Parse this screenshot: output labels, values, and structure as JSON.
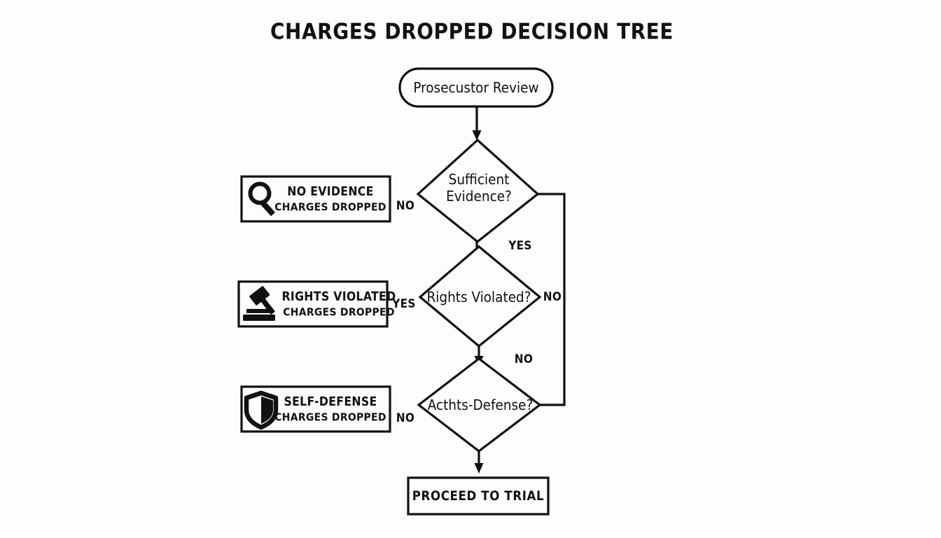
{
  "page": {
    "title": "CHARGES DROPPED DECISION TREE",
    "background_color": "#fdfdfd",
    "line_color": "#111111"
  },
  "diagram": {
    "type": "flowchart",
    "start_node": {
      "id": "prosecutor-review",
      "shape": "rounded-rectangle",
      "label": "Prosecustor Review"
    },
    "decisions": [
      {
        "id": "sufficient-evidence",
        "shape": "diamond",
        "label_line1": "Sufficient",
        "label_line2": "Evidence?",
        "left_edge_label": "NO",
        "down_edge_label": "YES"
      },
      {
        "id": "rights-violated",
        "shape": "diamond",
        "label_line1": "Rights Violated?",
        "label_line2": "",
        "left_edge_label": "YES",
        "right_edge_label": "NO",
        "down_edge_label": "NO"
      },
      {
        "id": "self-defense",
        "shape": "diamond",
        "label_line1": "Acthts-Defense?",
        "label_line2": "",
        "left_edge_label": "NO"
      }
    ],
    "outcome_boxes": [
      {
        "id": "no-evidence-outcome",
        "icon": "magnifier-icon",
        "title": "NO EVIDENCE",
        "subtitle": "CHARGES DROPPED"
      },
      {
        "id": "rights-violated-outcome",
        "icon": "gavel-icon",
        "title": "RIGHTS VIOLATED",
        "subtitle": "CHARGES DROPPED"
      },
      {
        "id": "self-defense-outcome",
        "icon": "shield-icon",
        "title": "SELF-DEFENSE",
        "subtitle": "CHARGES DROPPED"
      }
    ],
    "end_node": {
      "id": "proceed-to-trial",
      "shape": "rectangle",
      "label": "PROCEED TO TRIAL"
    }
  }
}
